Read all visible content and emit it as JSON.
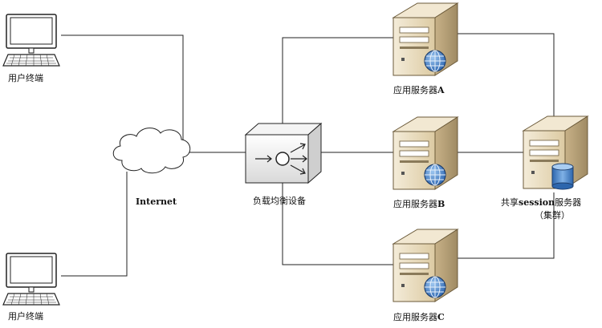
{
  "nodes": {
    "terminal_top": {
      "label": "用户终端"
    },
    "terminal_bottom": {
      "label": "用户终端"
    },
    "internet": {
      "label": "Internet"
    },
    "load_balancer": {
      "label": "负载均衡设备"
    },
    "server_a": {
      "label_cn": "应用服务器",
      "label_letter": "A"
    },
    "server_b": {
      "label_cn": "应用服务器",
      "label_letter": "B"
    },
    "server_c": {
      "label_cn": "应用服务器",
      "label_letter": "C"
    },
    "session_server": {
      "label_pre": "共享",
      "label_word": "session",
      "label_post": "服务器",
      "label_line2": "（集群）"
    }
  },
  "colors": {
    "server_body": "#e9dcc0",
    "server_side": "#b9a37a",
    "globe": "#3b78c4",
    "disk": "#4a86cc",
    "line": "#222222"
  },
  "icons": [
    "computer-icon",
    "cloud-icon",
    "load-balancer-icon",
    "server-icon",
    "globe-icon",
    "database-icon"
  ]
}
